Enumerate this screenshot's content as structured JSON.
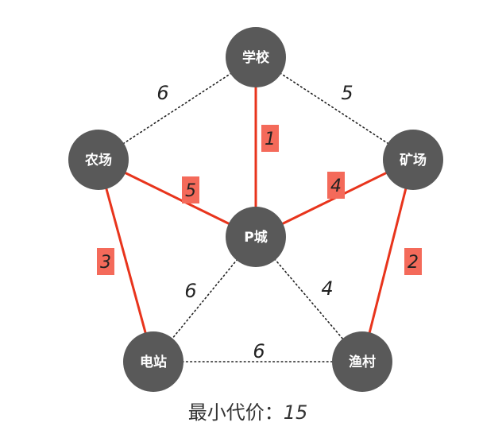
{
  "nodes": [
    {
      "id": "school",
      "label": "学校"
    },
    {
      "id": "farm",
      "label": "农场"
    },
    {
      "id": "mine",
      "label": "矿场"
    },
    {
      "id": "pcity",
      "label": "P城"
    },
    {
      "id": "station",
      "label": "电站"
    },
    {
      "id": "village",
      "label": "渔村"
    }
  ],
  "edges": [
    {
      "from": "school",
      "to": "farm",
      "weight": "6",
      "selected": false
    },
    {
      "from": "school",
      "to": "mine",
      "weight": "5",
      "selected": false
    },
    {
      "from": "school",
      "to": "pcity",
      "weight": "1",
      "selected": true
    },
    {
      "from": "farm",
      "to": "pcity",
      "weight": "5",
      "selected": true
    },
    {
      "from": "mine",
      "to": "pcity",
      "weight": "4",
      "selected": true
    },
    {
      "from": "farm",
      "to": "station",
      "weight": "3",
      "selected": true
    },
    {
      "from": "mine",
      "to": "village",
      "weight": "2",
      "selected": true
    },
    {
      "from": "pcity",
      "to": "station",
      "weight": "6",
      "selected": false
    },
    {
      "from": "pcity",
      "to": "village",
      "weight": "4",
      "selected": false
    },
    {
      "from": "station",
      "to": "village",
      "weight": "6",
      "selected": false
    }
  ],
  "colors": {
    "node_fill": "#595959",
    "node_text": "#ffffff",
    "selected_edge": "#e8341c",
    "plain_edge": "#222222",
    "weight_badge": "#f46a5a"
  },
  "caption": {
    "label": "最小代价：",
    "value": "15"
  }
}
